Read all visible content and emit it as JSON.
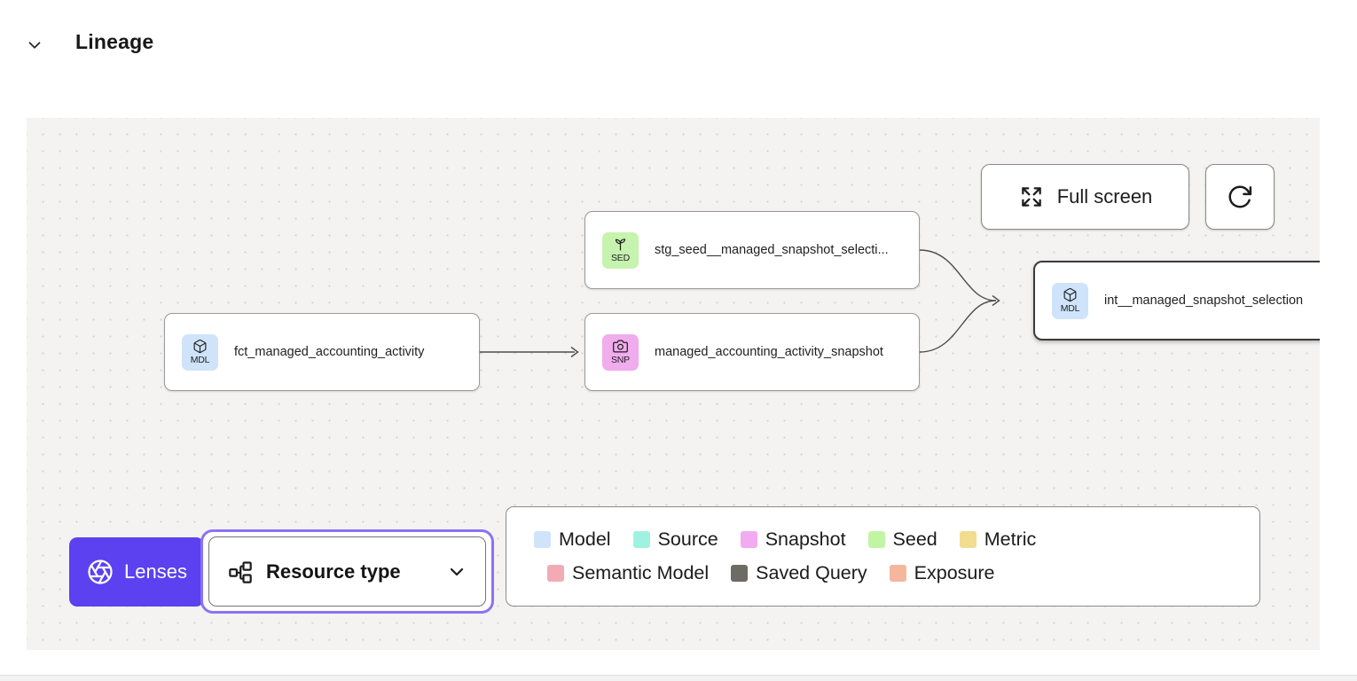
{
  "header": {
    "title": "Lineage"
  },
  "canvas": {
    "toolbar": {
      "full_screen_label": "Full screen"
    },
    "nodes": [
      {
        "id": "stg_seed",
        "badge": "SED",
        "type": "seed",
        "label": "stg_seed__managed_snapshot_selecti...",
        "badge_color": "#c6f3ae"
      },
      {
        "id": "fct",
        "badge": "MDL",
        "type": "model",
        "label": "fct_managed_accounting_activity",
        "badge_color": "#cfe3f9"
      },
      {
        "id": "snp",
        "badge": "SNP",
        "type": "snapshot",
        "label": "managed_accounting_activity_snapshot",
        "badge_color": "#f0aced"
      },
      {
        "id": "int",
        "badge": "MDL",
        "type": "model",
        "selected": true,
        "label": "int__managed_snapshot_selection",
        "badge_color": "#cfe4fb"
      }
    ],
    "legend": {
      "items": [
        {
          "label": "Model",
          "color": "#cfe4fb"
        },
        {
          "label": "Source",
          "color": "#9ff2df"
        },
        {
          "label": "Snapshot",
          "color": "#f2abf0"
        },
        {
          "label": "Seed",
          "color": "#c1f5a3"
        },
        {
          "label": "Metric",
          "color": "#f2dc8f"
        },
        {
          "label": "Semantic Model",
          "color": "#f2abb4"
        },
        {
          "label": "Saved Query",
          "color": "#6e6a64"
        },
        {
          "label": "Exposure",
          "color": "#f5b79c"
        }
      ]
    },
    "lenses": {
      "label": "Lenses",
      "accent_color": "#5b41f0",
      "ring_color": "#8b73f4"
    },
    "resource_type": {
      "label": "Resource type"
    }
  },
  "icons": {
    "header_collapse": "chevron-down",
    "full_screen": "expand-arrows",
    "refresh": "refresh-clockwise",
    "lenses": "aperture",
    "resource_type": "hierarchy",
    "dropdown": "chevron-down",
    "model": "cube",
    "seed": "sprout",
    "snapshot": "camera"
  }
}
